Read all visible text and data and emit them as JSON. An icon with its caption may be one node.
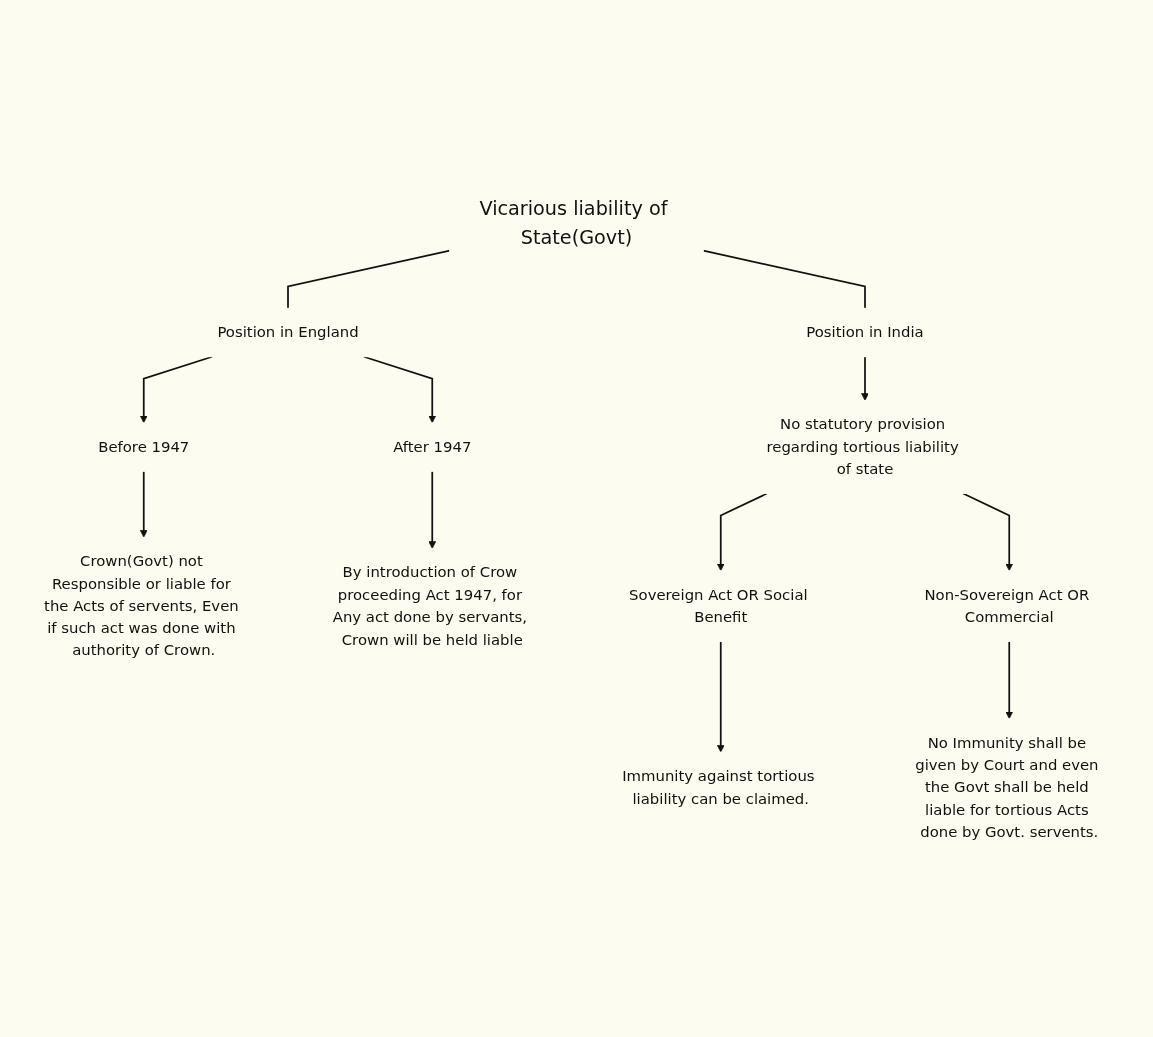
{
  "diagram": {
    "nodes": [
      {
        "text": [
          "Vicarious liability of State(Govt)"
        ]
      },
      {
        "text": [
          "Position in England"
        ]
      },
      {
        "text": [
          "Position in India"
        ]
      },
      {
        "text": [
          "Before 1947"
        ]
      },
      {
        "text": [
          "After 1947"
        ]
      },
      {
        "text": [
          "Crown(Govt) not Responsible or liable for the Acts of servents, Even if such act was done with authority of Crown."
        ]
      },
      {
        "text": [
          "By introduction of Crow proceeding Act 1947, for Any act done by servants, Crown will be held liable"
        ]
      },
      {
        "text": [
          "No statutory provision regarding tortious liability of state"
        ]
      },
      {
        "text": [
          "Sovereign Act OR Social Benefit"
        ]
      },
      {
        "text": [
          "Non-Sovereign Act OR Commercial"
        ]
      },
      {
        "text": [
          "Immunity against tortious liability can be claimed."
        ]
      },
      {
        "text": [
          "No Immunity shall be given by Court and even the Govt shall be held liable for tortious Acts done by Govt. servents."
        ]
      }
    ],
    "edges": [
      {
        "from": 0,
        "to": 1,
        "arrow": "none"
      },
      {
        "from": 0,
        "to": 2,
        "arrow": "none"
      },
      {
        "from": 1,
        "to": 3,
        "arrow": "to"
      },
      {
        "from": 1,
        "to": 4,
        "arrow": "to"
      },
      {
        "from": 3,
        "to": 5,
        "arrow": "to"
      },
      {
        "from": 4,
        "to": 6,
        "arrow": "to"
      },
      {
        "from": 2,
        "to": 7,
        "arrow": "to"
      },
      {
        "from": 7,
        "to": 8,
        "arrow": "to"
      },
      {
        "from": 7,
        "to": 9,
        "arrow": "to"
      },
      {
        "from": 8,
        "to": 10,
        "arrow": "to"
      },
      {
        "from": 9,
        "to": 11,
        "arrow": "to"
      }
    ]
  }
}
